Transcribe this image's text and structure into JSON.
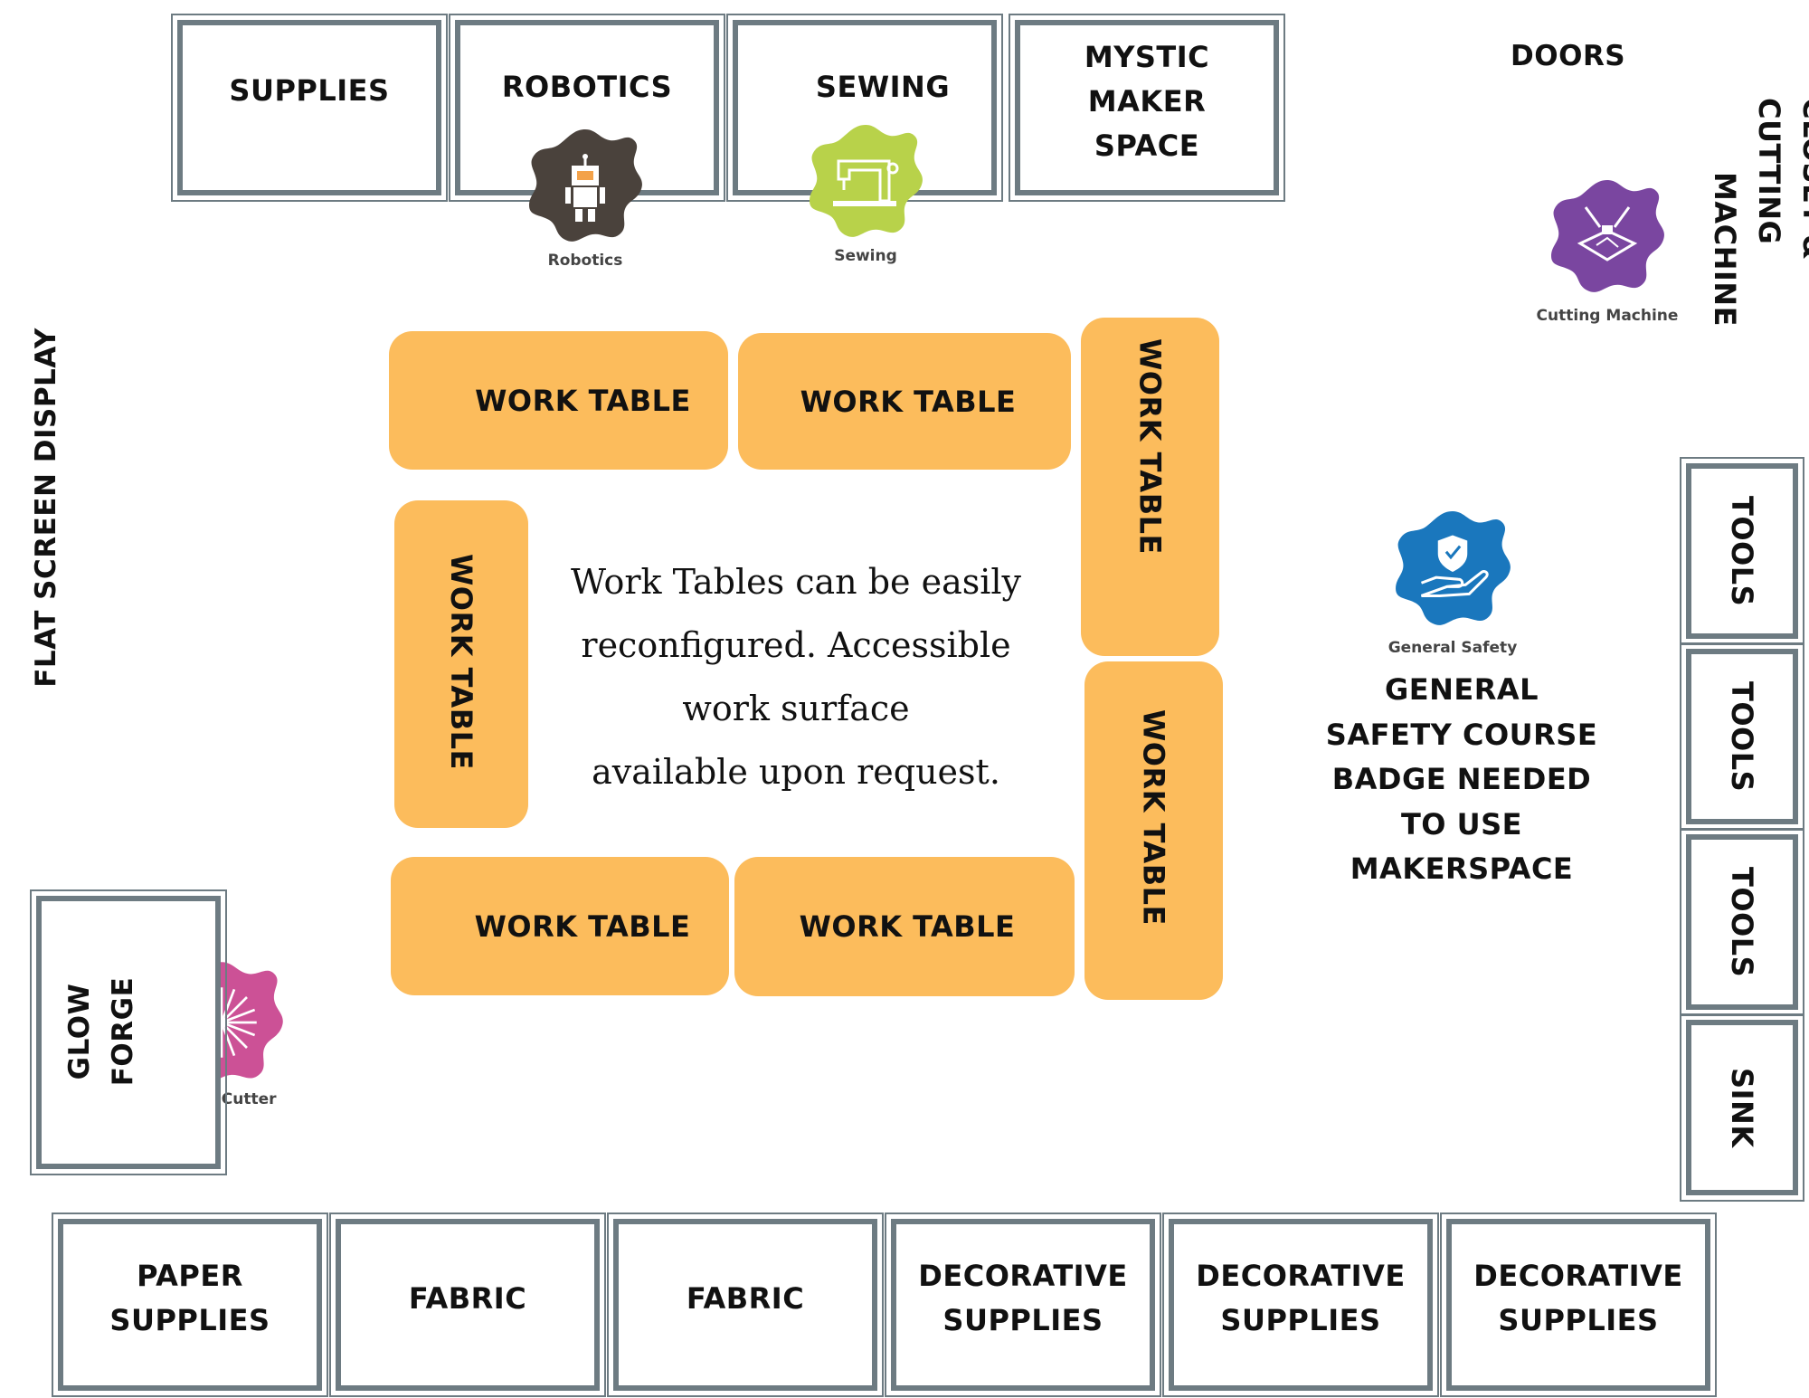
{
  "top_stations": {
    "supplies": "SUPPLIES",
    "robotics": "ROBOTICS",
    "sewing": "SEWING",
    "mystic_line1": "MYSTIC MAKER",
    "mystic_line2": "SPACE"
  },
  "doors": "DOORS",
  "closet_line1": "CLOSET & CUTTING",
  "closet_line2": "MACHINE",
  "flat_screen": "FLAT SCREEN DISPLAY",
  "work_table": "WORK TABLE",
  "note": {
    "line1": "Work Tables can be easily",
    "line2": "reconfigured. Accessible",
    "line3": "work surface",
    "line4": "available upon request."
  },
  "badges": {
    "robotics": "Robotics",
    "sewing": "Sewing",
    "cutting": "Cutting Machine",
    "safety": "General Safety",
    "laser": "Laser Cutter"
  },
  "badge_colors": {
    "robotics": "#4a423c",
    "sewing": "#b8d24a",
    "cutting": "#7a46a0",
    "safety": "#1a77bd",
    "laser": "#cc5196"
  },
  "safety_notice": {
    "line1": "GENERAL",
    "line2": "SAFETY COURSE",
    "line3": "BADGE NEEDED",
    "line4": "TO USE",
    "line5": "MAKERSPACE"
  },
  "right_stations": {
    "tools1": "TOOLS",
    "tools2": "TOOLS",
    "tools3": "TOOLS",
    "sink": "SINK"
  },
  "glowforge_line1": "GLOW",
  "glowforge_line2": "FORGE",
  "bottom_stations": {
    "paper_line1": "PAPER",
    "paper_line2": "SUPPLIES",
    "fabric1": "FABRIC",
    "fabric2": "FABRIC",
    "deco1_line1": "DECORATIVE",
    "deco1_line2": "SUPPLIES",
    "deco2_line1": "DECORATIVE",
    "deco2_line2": "SUPPLIES",
    "deco3_line1": "DECORATIVE",
    "deco3_line2": "SUPPLIES"
  },
  "colors": {
    "table": "#fcbc5c",
    "station_border": "#6d7b82"
  }
}
